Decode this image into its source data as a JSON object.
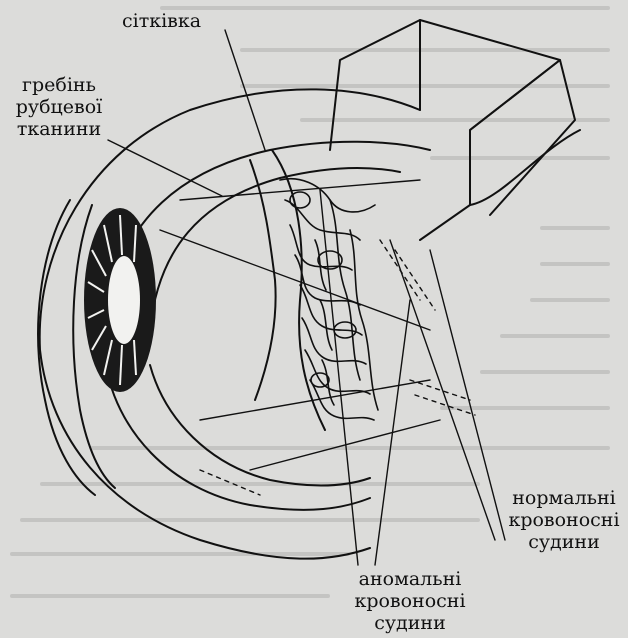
{
  "diagram": {
    "labels": {
      "retina": "сітківка",
      "scar_ridge": [
        "гребінь",
        "рубцевої",
        "тканини"
      ],
      "normal_vessels": [
        "нормальні",
        "кровоносні",
        "судини"
      ],
      "abnormal_vessels": [
        "аномальні",
        "кровоносні",
        "судини"
      ]
    }
  },
  "colors": {
    "paper": "#dcdcda",
    "ink": "#111111",
    "faded_text": "#c4c4c2",
    "iris": "#1a1a1a",
    "pupil": "#f2f2f0"
  }
}
